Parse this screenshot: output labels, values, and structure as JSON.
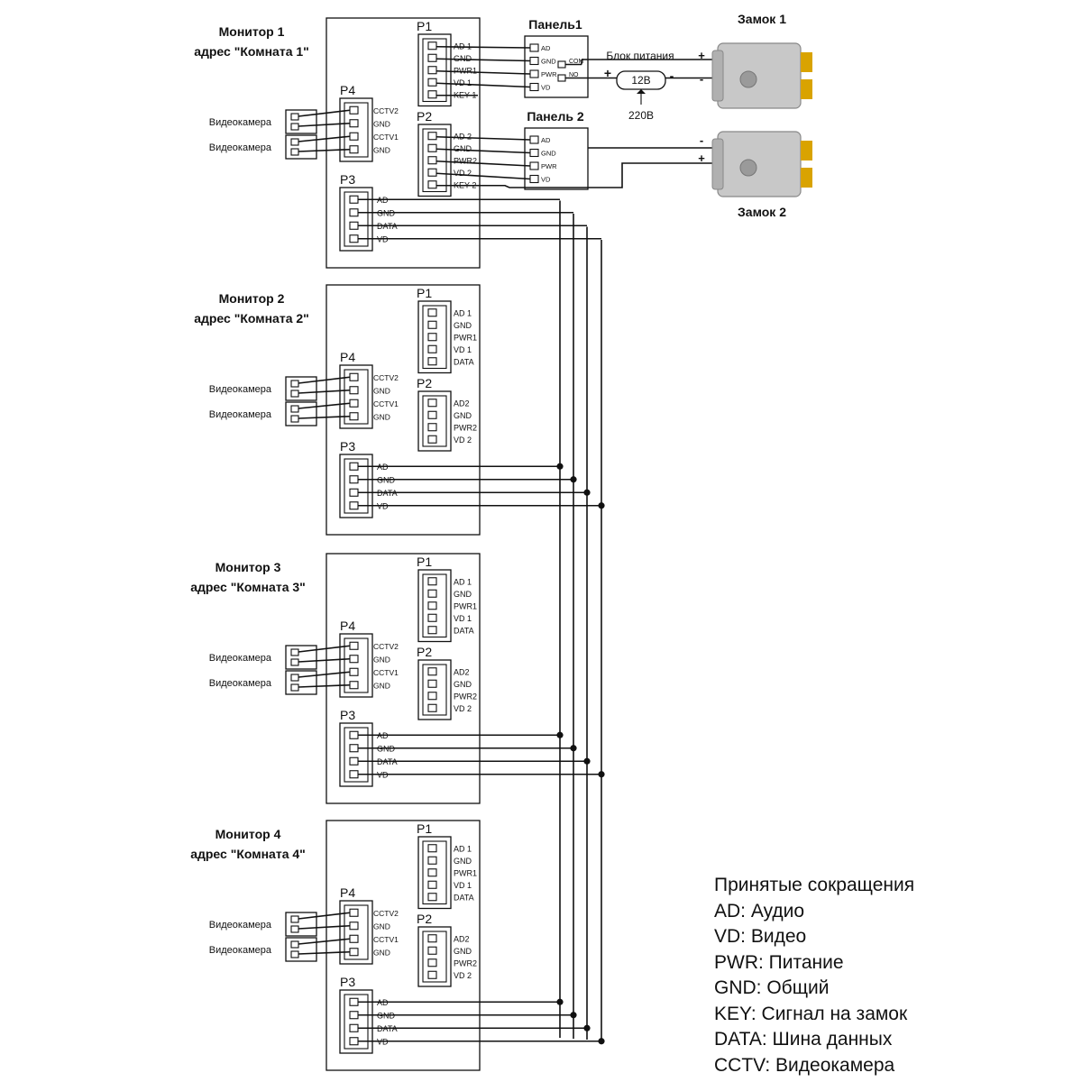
{
  "monitors": [
    {
      "title": "Монитор 1",
      "address": "адрес \"Комната 1\""
    },
    {
      "title": "Монитор 2",
      "address": "адрес \"Комната 2\""
    },
    {
      "title": "Монитор 3",
      "address": "адрес \"Комната 3\""
    },
    {
      "title": "Монитор 4",
      "address": "адрес \"Комната 4\""
    }
  ],
  "connectors": {
    "p1": "P1",
    "p2": "P2",
    "p3": "P3",
    "p4": "P4"
  },
  "p1_pins_m1": [
    "AD 1",
    "GND",
    "PWR1",
    "VD 1",
    "KEY 1"
  ],
  "p2_pins_m1": [
    "AD 2",
    "GND",
    "PWR2",
    "VD 2",
    "KEY 2"
  ],
  "p1_pins": [
    "AD 1",
    "GND",
    "PWR1",
    "VD 1",
    "DATA"
  ],
  "p2_pins": [
    "AD2",
    "GND",
    "PWR2",
    "VD 2"
  ],
  "p3_pins": [
    "AD",
    "GND",
    "DATA",
    "VD"
  ],
  "p4_pins": [
    "CCTV2",
    "GND",
    "CCTV1",
    "GND"
  ],
  "camera_label": "Видеокамера",
  "panels": [
    {
      "title": "Панель1",
      "pins": [
        "AD",
        "GND",
        "PWR",
        "VD"
      ],
      "relay": [
        "COM",
        "NO"
      ]
    },
    {
      "title": "Панель 2",
      "pins": [
        "AD",
        "GND",
        "PWR",
        "VD"
      ]
    }
  ],
  "power": {
    "label": "Блок питания",
    "voltage": "12В",
    "mains": "220В",
    "plus": "+",
    "minus": "-"
  },
  "locks": [
    {
      "title": "Замок 1",
      "plus": "+",
      "minus": "-"
    },
    {
      "title": "Замок 2",
      "plus": "+",
      "minus": "-"
    }
  ],
  "legend": {
    "title": "Принятые сокращения",
    "items": [
      "AD: Аудио",
      "VD: Видео",
      "PWR: Питание",
      "GND: Общий",
      "KEY: Сигнал на замок",
      "DATA: Шина данных",
      "CCTV: Видеокамера"
    ]
  },
  "colors": {
    "line": "#111111",
    "lock_body": "#c8c8c8",
    "lock_terminal": "#d9a300"
  }
}
